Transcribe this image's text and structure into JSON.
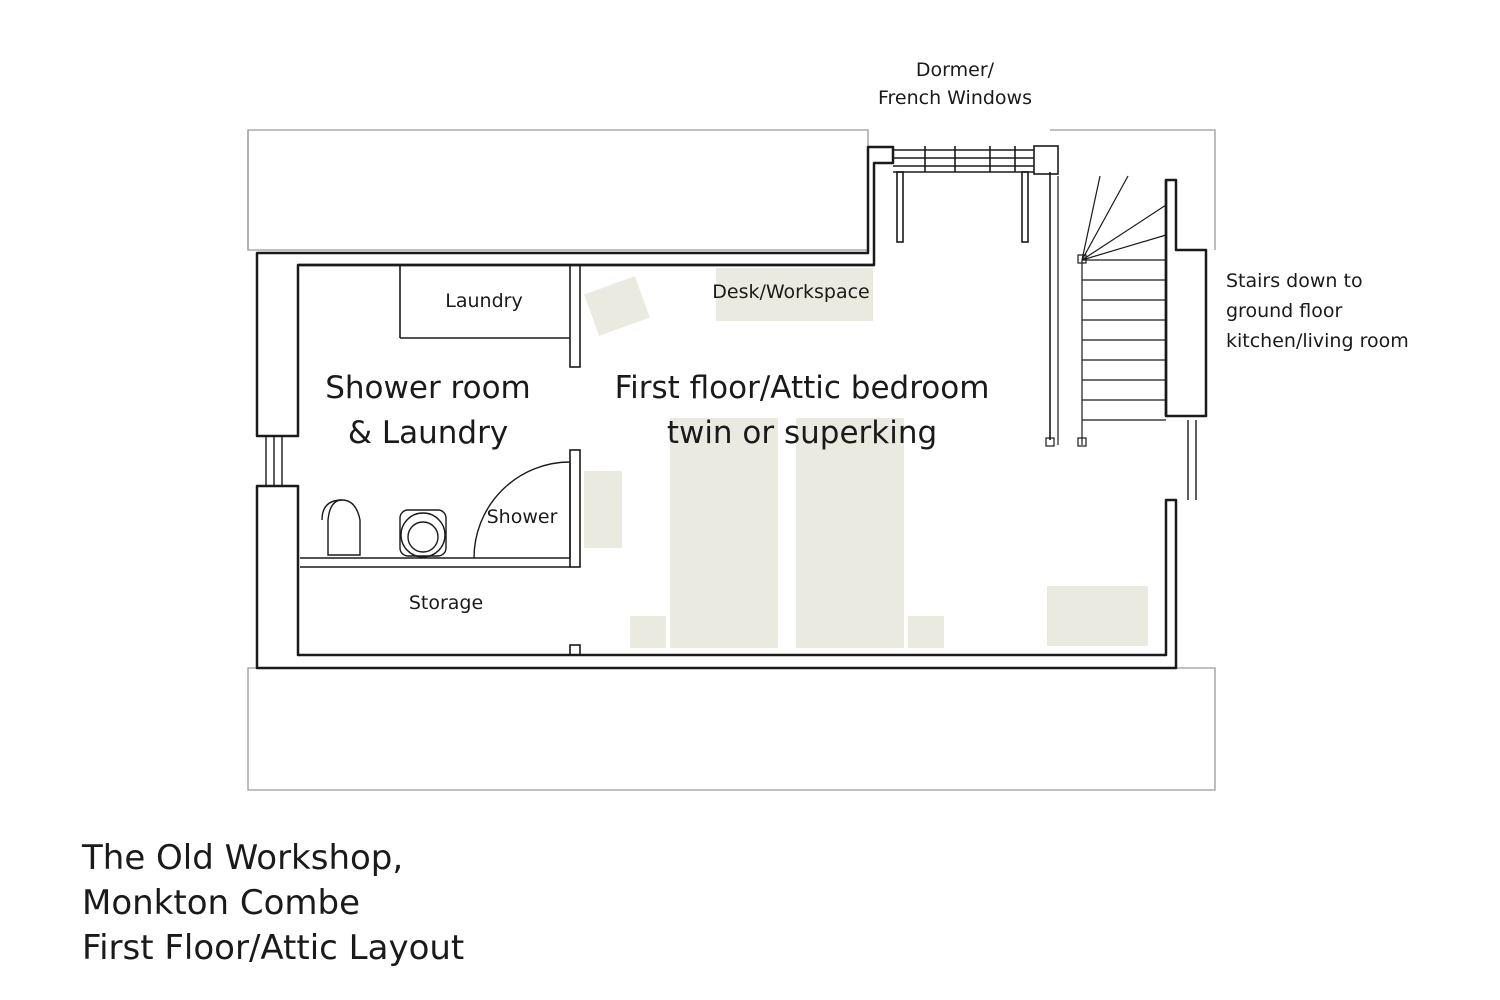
{
  "labels": {
    "dormer_line1": "Dormer/",
    "dormer_line2": "French Windows",
    "stairs_line1": "Stairs down to",
    "stairs_line2": "ground floor",
    "stairs_line3": "kitchen/living room",
    "laundry": "Laundry",
    "desk": "Desk/Workspace",
    "shower_room_line1": "Shower room",
    "shower_room_line2": "& Laundry",
    "bedroom_line1": "First floor/Attic bedroom",
    "bedroom_line2": "twin or superking",
    "shower": "Shower",
    "storage": "Storage"
  },
  "title": {
    "line1": "The Old Workshop,",
    "line2": "Monkton Combe",
    "line3": "First Floor/Attic Layout"
  },
  "colors": {
    "ink": "#1a1a1a",
    "furniture": "#ebeae1",
    "paper": "#ffffff"
  }
}
